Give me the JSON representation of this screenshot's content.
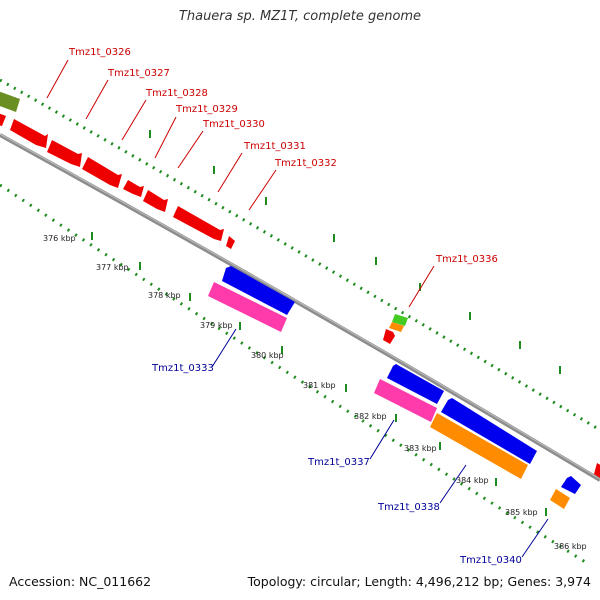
{
  "title": "Thauera sp. MZ1T, complete genome",
  "footer": {
    "accession": "Accession: NC_011662",
    "summary": "Topology: circular; Length: 4,496,212 bp; Genes: 3,974"
  },
  "colors": {
    "backbone": "#8c8c8c",
    "tick": "#1e8c1e",
    "forward_cds": "#ee0000",
    "reverse_cds": "#0000ee",
    "pink_feature": "#ff3aaa",
    "orange_feature": "#ff8c00",
    "green_feature": "#44cc22",
    "olive_feature": "#6b8e23",
    "forward_label": "#cc0000",
    "reverse_label": "#000099"
  },
  "kbp_labels": [
    "376 kbp",
    "377 kbp",
    "378 kbp",
    "379 kbp",
    "380 kbp",
    "381 kbp",
    "382 kbp",
    "383 kbp",
    "384 kbp",
    "385 kbp",
    "386 kbp"
  ],
  "forward_gene_labels": [
    "Tmz1t_0326",
    "Tmz1t_0327",
    "Tmz1t_0328",
    "Tmz1t_0329",
    "Tmz1t_0330",
    "Tmz1t_0331",
    "Tmz1t_0332",
    "Tmz1t_0336"
  ],
  "reverse_gene_labels": [
    "Tmz1t_0333",
    "Tmz1t_0337",
    "Tmz1t_0338",
    "Tmz1t_0340"
  ]
}
